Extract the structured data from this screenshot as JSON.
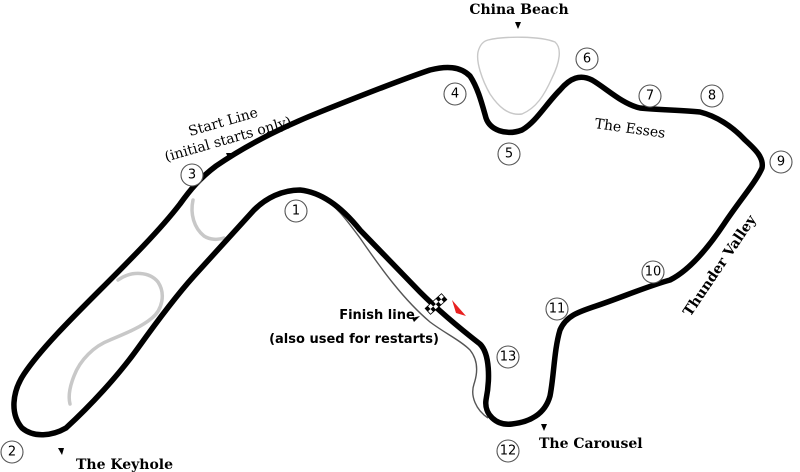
{
  "diagram": {
    "labels": {
      "china_beach": "China Beach",
      "start_line_1": "Start Line",
      "start_line_2": "(initial starts only)",
      "the_esses": "The Esses",
      "thunder_valley": "Thunder Valley",
      "finish_line_1": "Finish line",
      "finish_line_2": "(also used for restarts)",
      "the_keyhole": "The Keyhole",
      "the_carousel": "The Carousel"
    },
    "turns": [
      "1",
      "2",
      "3",
      "4",
      "5",
      "6",
      "7",
      "8",
      "9",
      "10",
      "11",
      "12",
      "13"
    ],
    "colors": {
      "track": "#000000",
      "alternate_route": "#c8c8c8",
      "direction_arrow": "#e82020"
    }
  }
}
